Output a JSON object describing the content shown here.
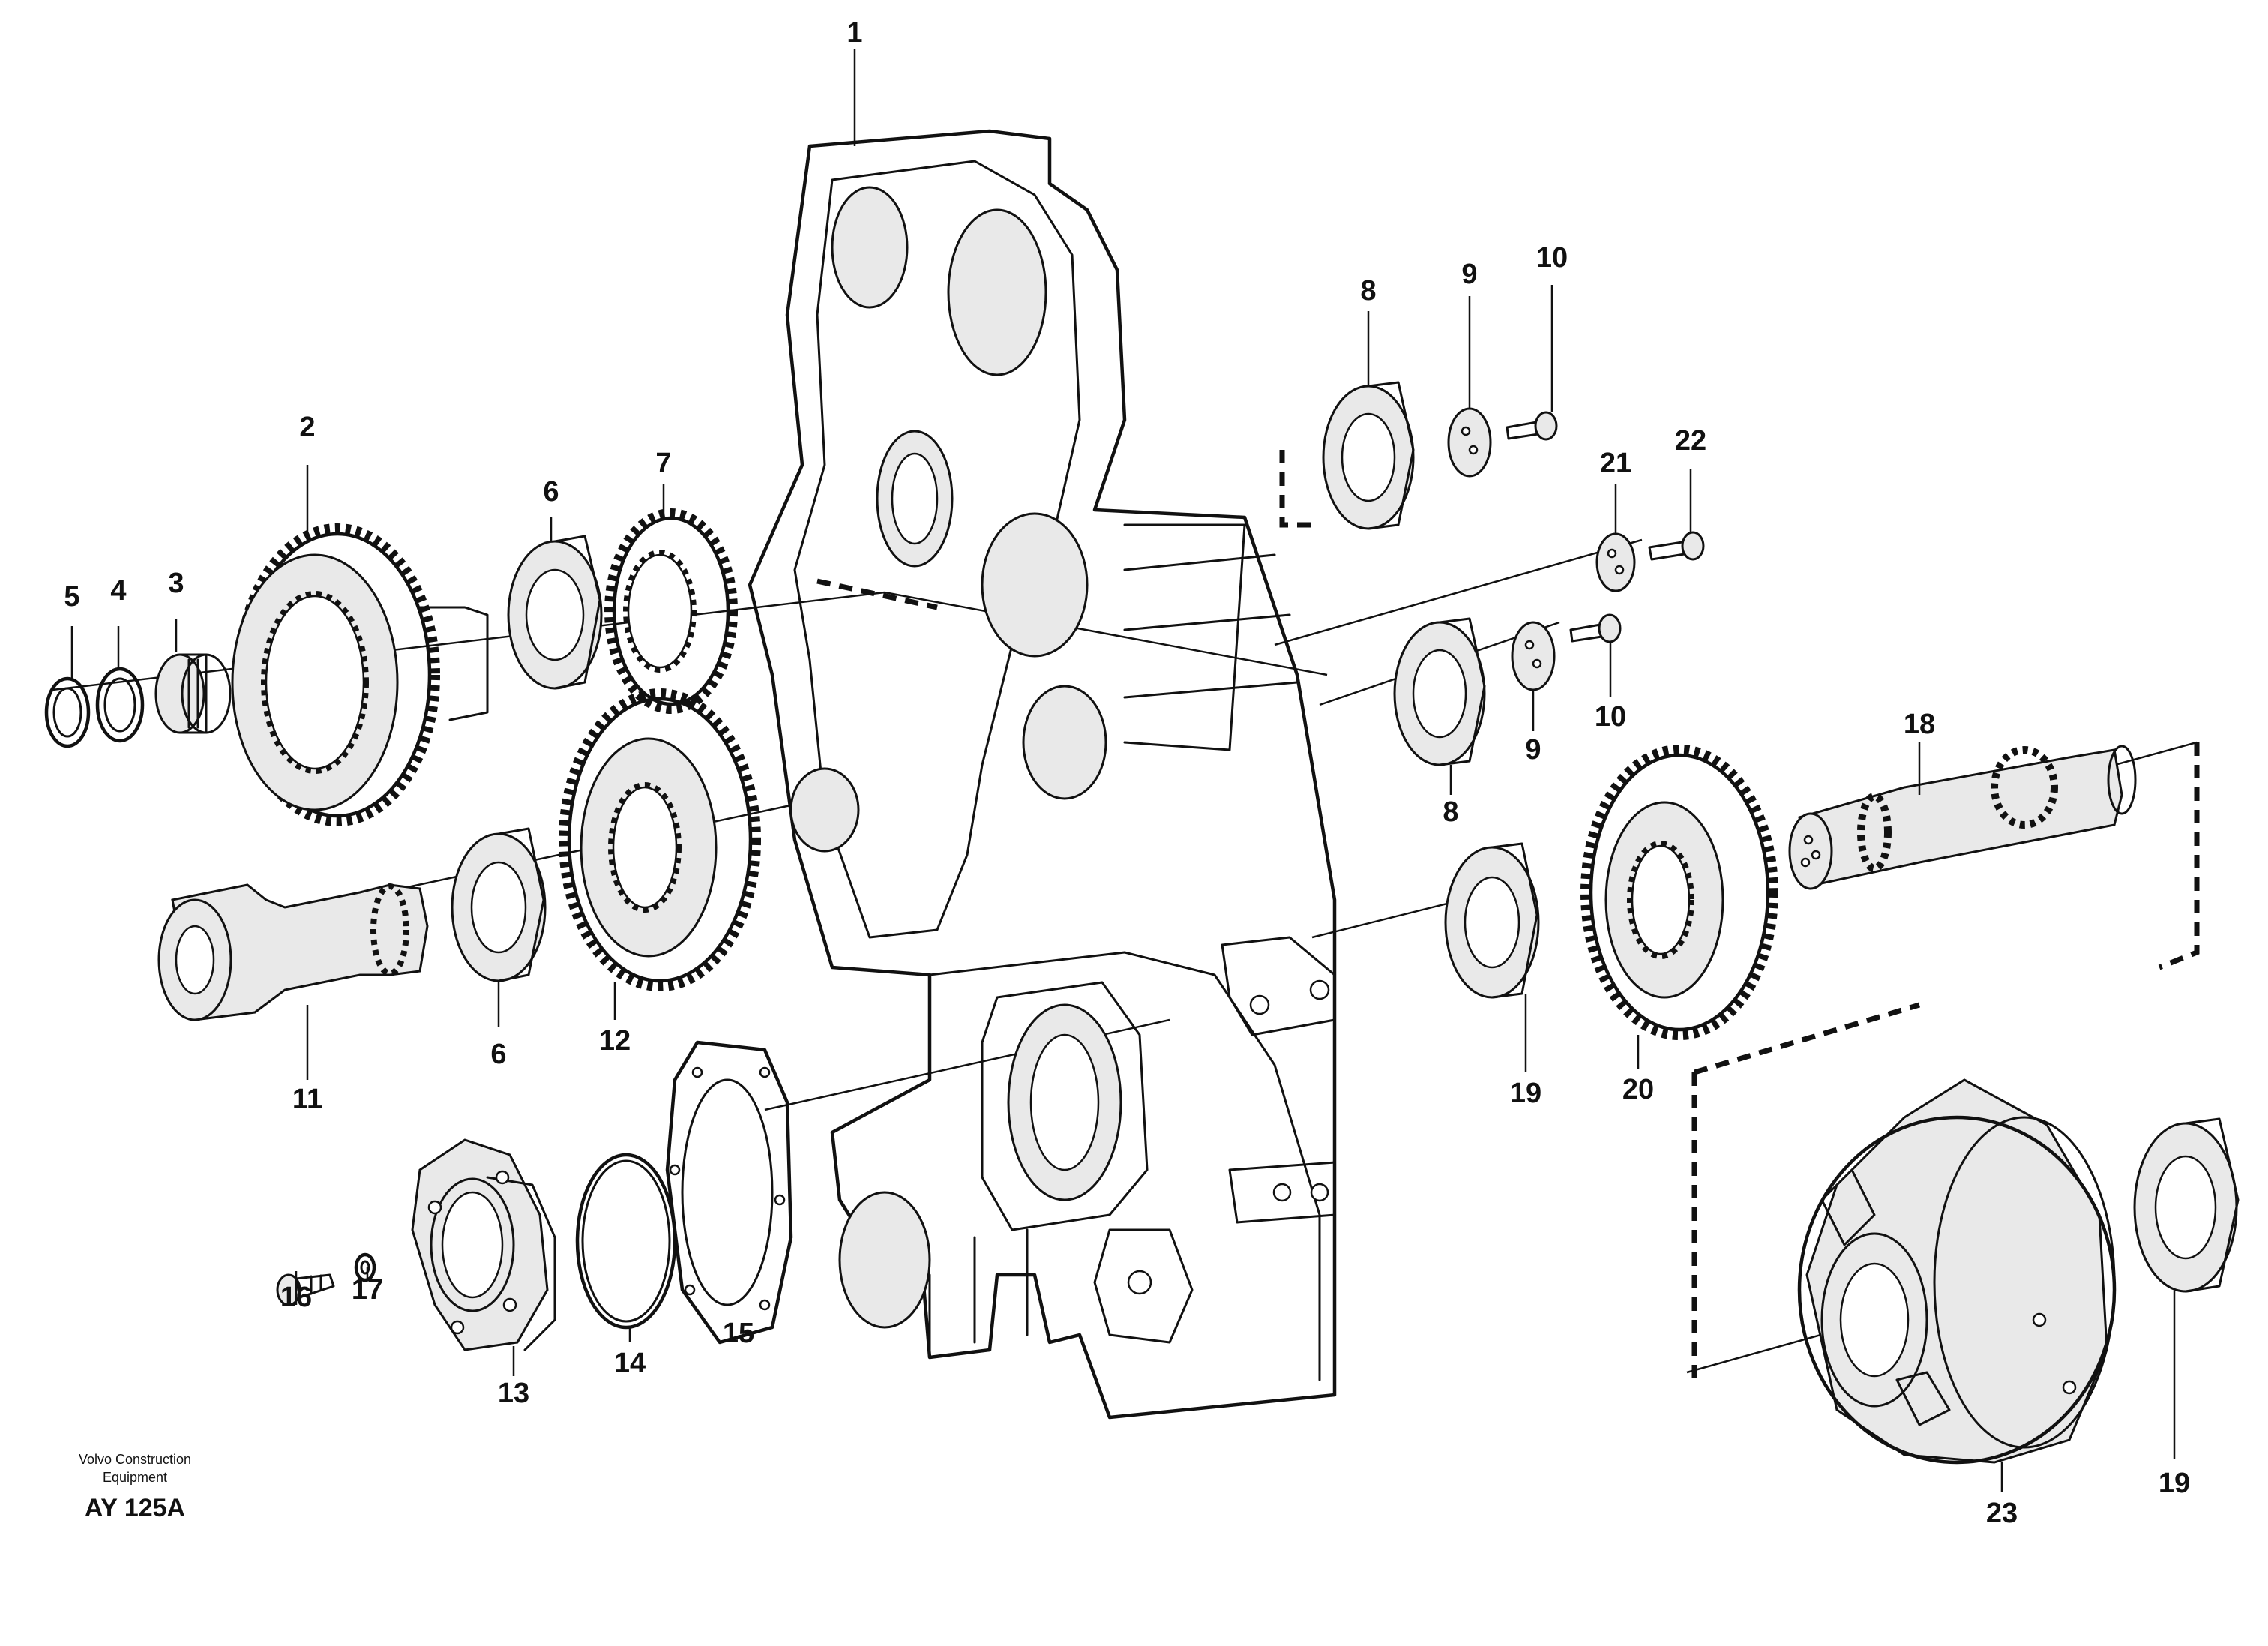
{
  "callouts": {
    "c1": "1",
    "c2": "2",
    "c3": "3",
    "c4": "4",
    "c5": "5",
    "c6a": "6",
    "c6b": "6",
    "c7": "7",
    "c8a": "8",
    "c8b": "8",
    "c9a": "9",
    "c9b": "9",
    "c10a": "10",
    "c10b": "10",
    "c11": "11",
    "c12": "12",
    "c13": "13",
    "c14": "14",
    "c15": "15",
    "c16": "16",
    "c17": "17",
    "c18": "18",
    "c19a": "19",
    "c19b": "19",
    "c20": "20",
    "c21": "21",
    "c22": "22",
    "c23": "23"
  },
  "footer": {
    "credit_line1": "Volvo Construction",
    "credit_line2": "Equipment",
    "drawing_code": "AY 125A"
  }
}
